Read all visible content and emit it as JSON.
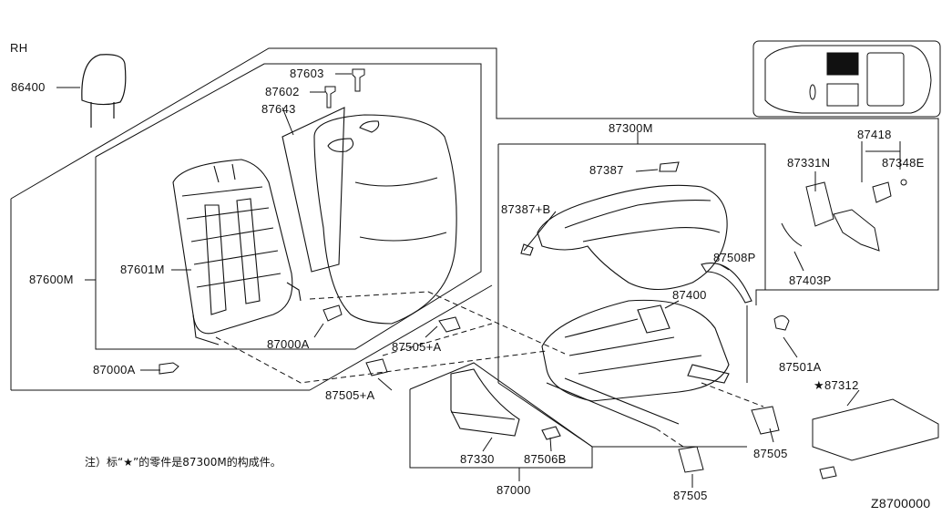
{
  "side_label": "RH",
  "note": "注）标“★”的零件是87300M的构成件。",
  "diagram_code": "Z8700000",
  "parts": {
    "p86400": "86400",
    "p87603": "87603",
    "p87602": "87602",
    "p87643": "87643",
    "p87600M": "87600M",
    "p87601M": "87601M",
    "p87000A_1": "87000A",
    "p87000A_2": "87000A",
    "p87505A_1": "87505+A",
    "p87505A_2": "87505+A",
    "p87300M": "87300M",
    "p87387": "87387",
    "p87387B": "87387+B",
    "p87508P": "87508P",
    "p87400": "87400",
    "p87331N": "87331N",
    "p87418": "87418",
    "p87348E": "87348E",
    "p87403P": "87403P",
    "p87501A": "87501A",
    "p87312": "★87312",
    "p87330": "87330",
    "p87506B": "87506B",
    "p87000": "87000",
    "p87505_1": "87505",
    "p87505_2": "87505"
  }
}
